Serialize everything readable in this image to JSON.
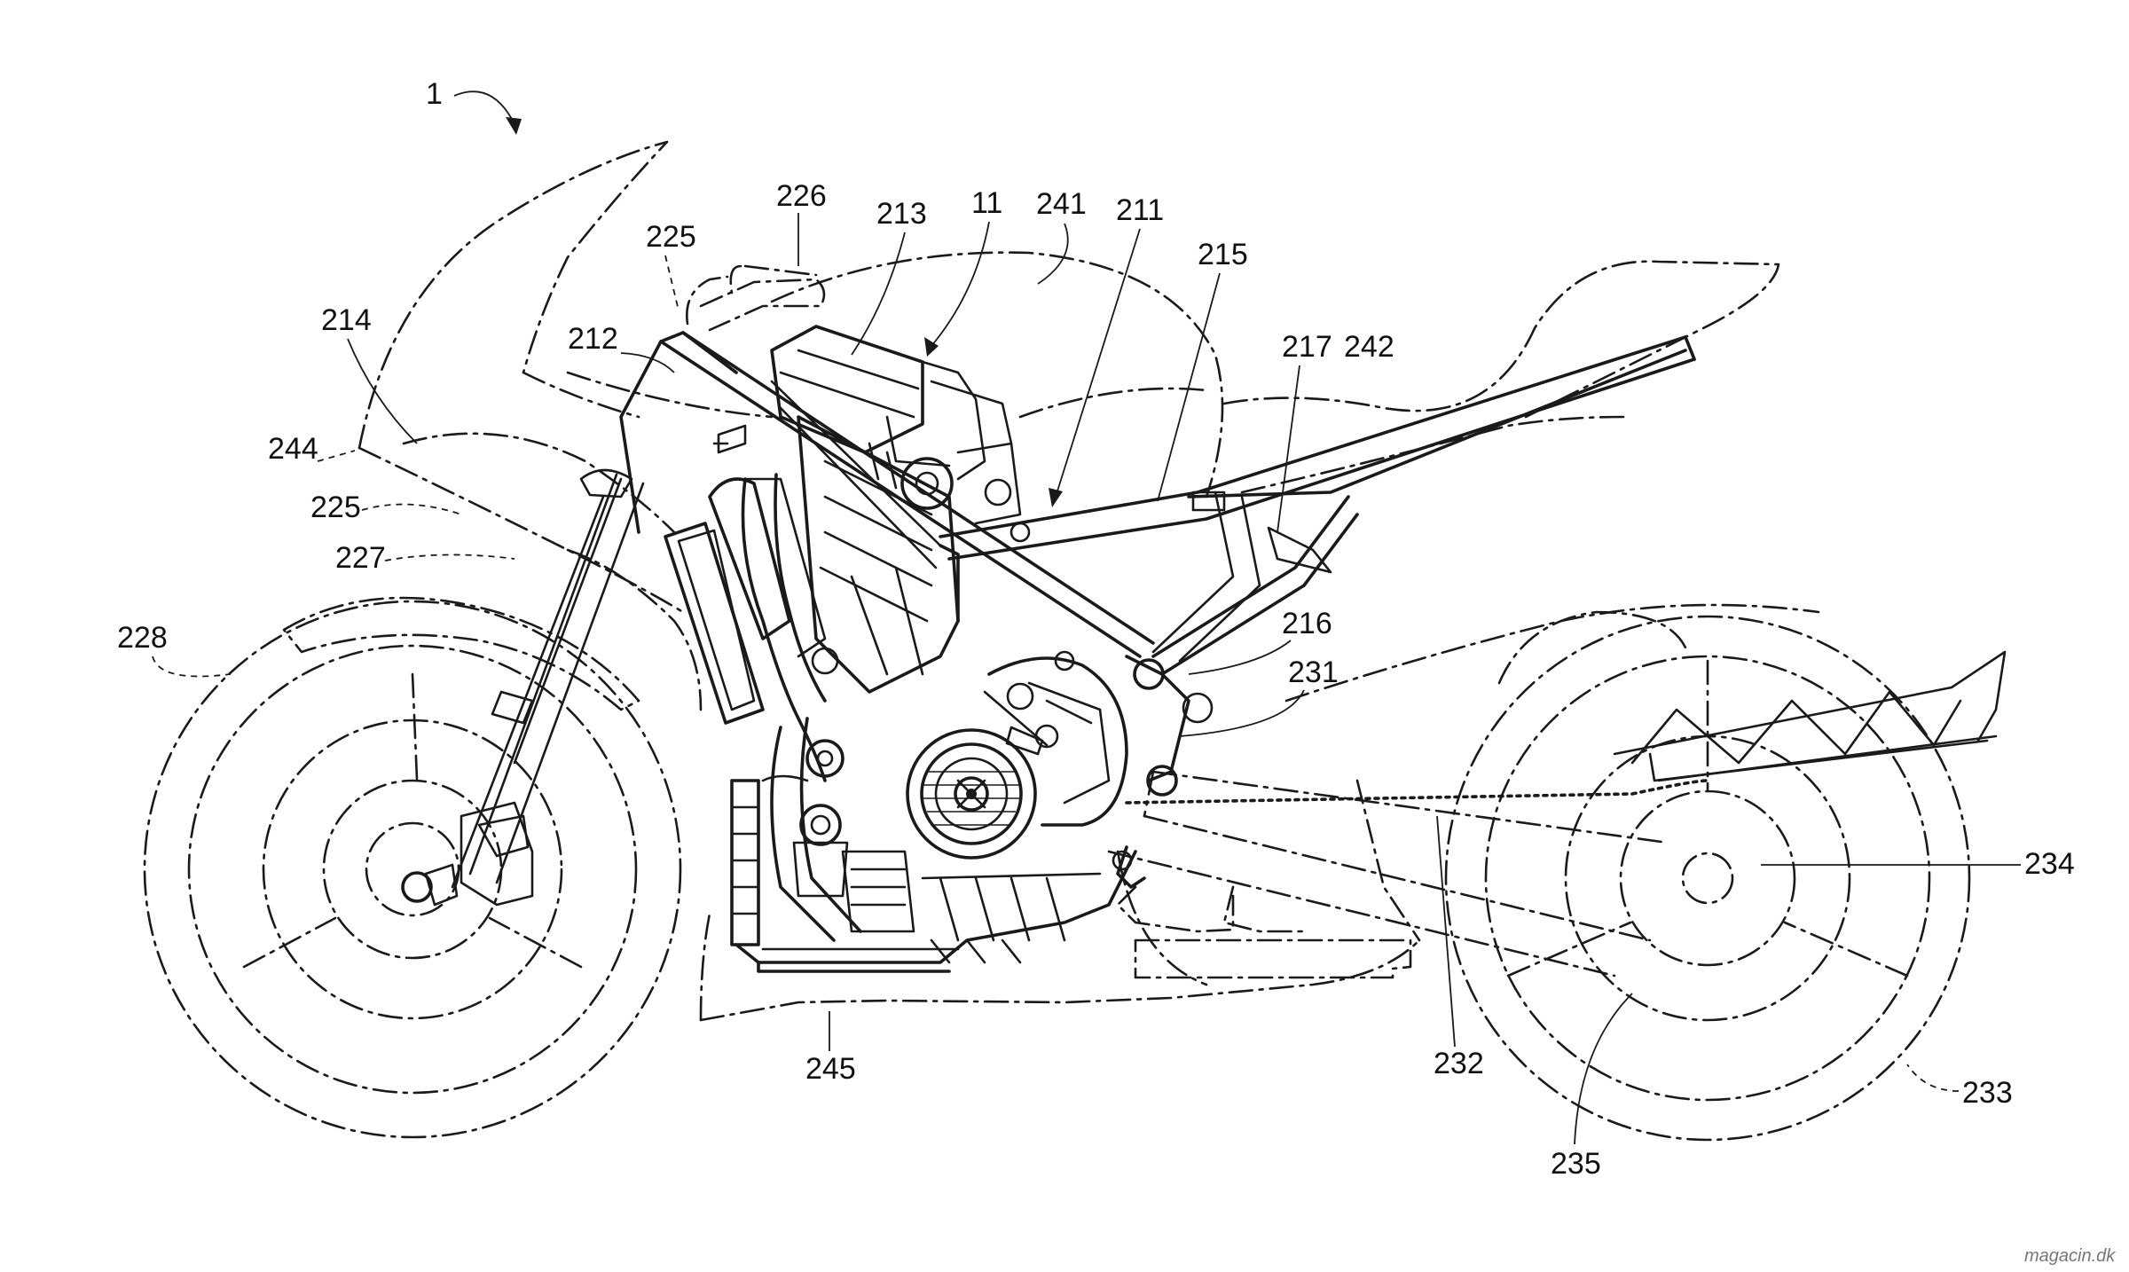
{
  "figure": {
    "assembly_ref": "1",
    "refs": {
      "r11": "11",
      "r211": "211",
      "r212": "212",
      "r213": "213",
      "r214": "214",
      "r215": "215",
      "r216": "216",
      "r217": "217",
      "r225a": "225",
      "r225b": "225",
      "r226": "226",
      "r227": "227",
      "r228": "228",
      "r231": "231",
      "r232": "232",
      "r233": "233",
      "r234": "234",
      "r235": "235",
      "r241": "241",
      "r242": "242",
      "r244": "244",
      "r245": "245"
    }
  },
  "watermark": "magacin.dk",
  "colors": {
    "ink": "#1a1a1a",
    "paper": "#ffffff"
  }
}
